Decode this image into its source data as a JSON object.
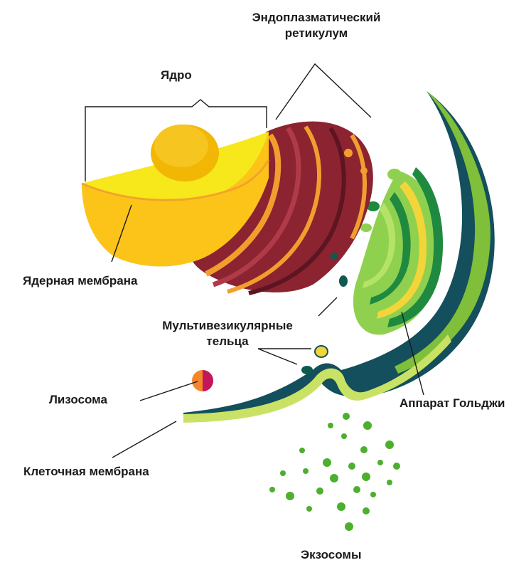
{
  "labels": {
    "er_line1": "Эндоплазматический",
    "er_line2": "ретикулум",
    "nucleus": "Ядро",
    "nuclear_membrane": "Ядерная мембрана",
    "mvb_line1": "Мультивезикулярные",
    "mvb_line2": "тельца",
    "lysosome": "Лизосома",
    "golgi": "Аппарат Гольджи",
    "cell_membrane": "Клеточная мембрана",
    "exosomes": "Экзосомы"
  },
  "colors": {
    "nucleus_face": "#fcc419",
    "nucleus_top": "#f6e81a",
    "nucleolus": "#f2b705",
    "er": "#8b2331",
    "er_edge": "#f29e2e",
    "golgi_light": "#8fd14f",
    "golgi_dark": "#1f8a3f",
    "membrane_dark": "#134f5c",
    "membrane_light": "#c9e265",
    "lysosome": "#f4862b",
    "exosome": "#4caf2e",
    "mvb_dark": "#0e5a4f"
  }
}
